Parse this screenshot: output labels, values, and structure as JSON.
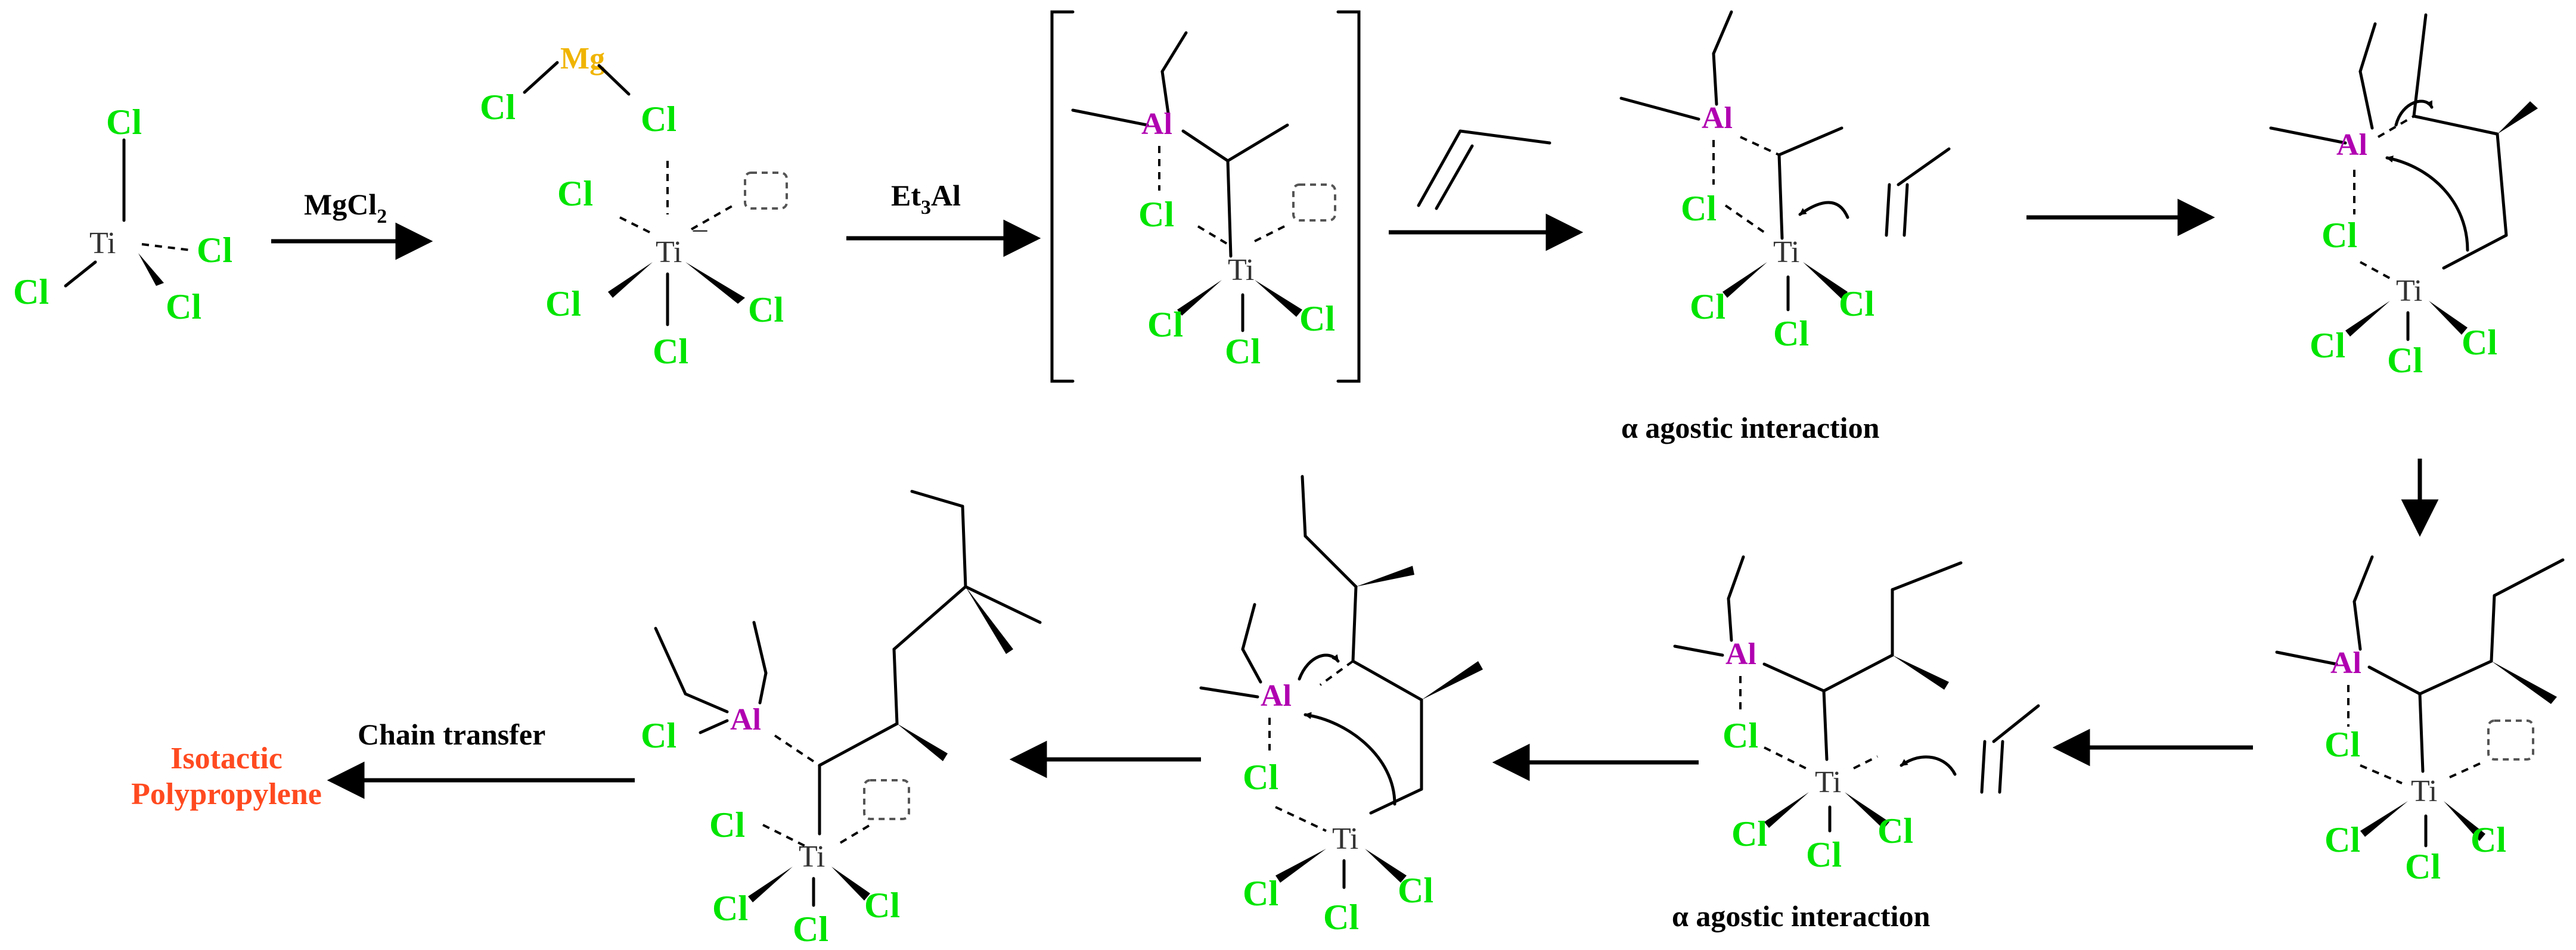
{
  "atoms": {
    "cl": "Cl",
    "ti": "Ti",
    "al": "Al",
    "mg": "Mg",
    "minus": "−"
  },
  "reagents": {
    "mgcl2_main": "MgCl",
    "mgcl2_sub": "2",
    "et3al_a": "Et",
    "et3al_sub": "3",
    "et3al_b": "Al",
    "chain_transfer": "Chain transfer"
  },
  "captions": {
    "agostic_1": "α agostic interaction",
    "agostic_2": "α agostic interaction"
  },
  "product": {
    "line1": "Isotactic",
    "line2": "Polypropylene"
  },
  "colors": {
    "chlorine": "#00e400",
    "aluminium": "#b000b0",
    "magnesium": "#f0b400",
    "product": "#ff4a20"
  }
}
